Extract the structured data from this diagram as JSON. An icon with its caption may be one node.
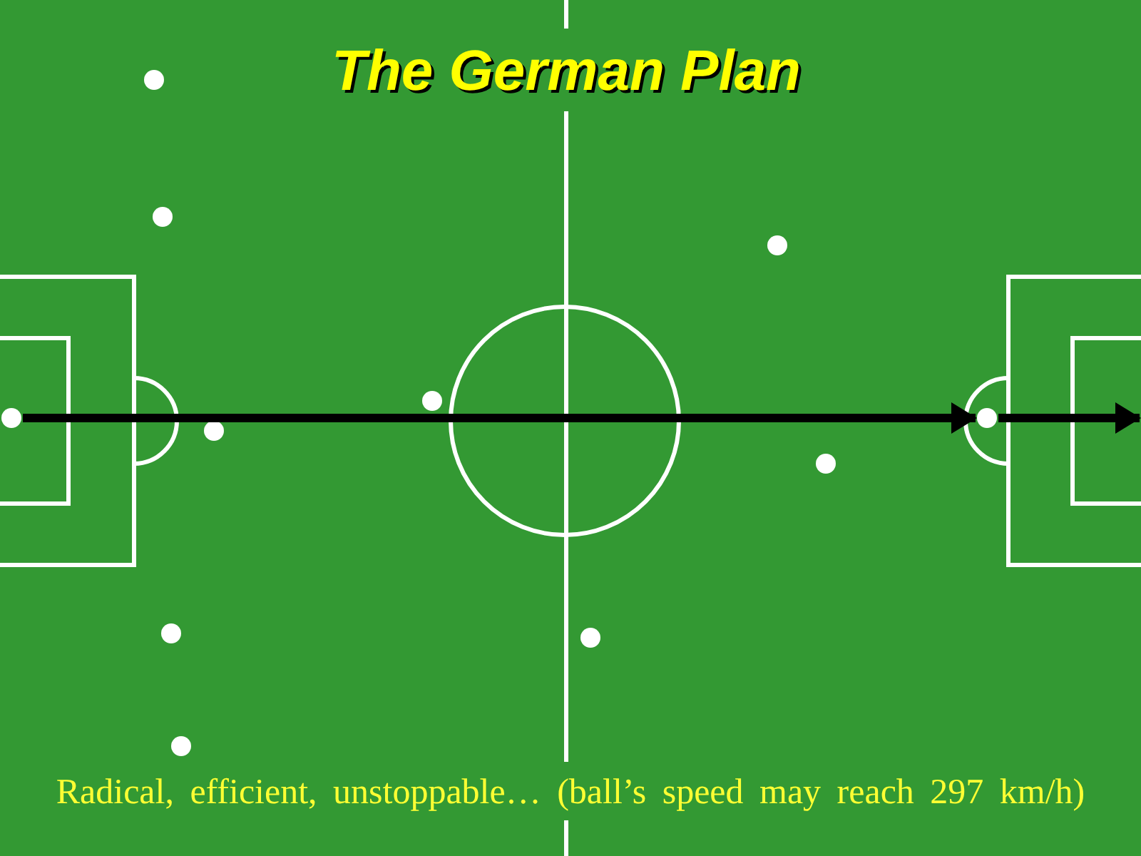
{
  "diagram": {
    "title": "The German Plan",
    "caption": "Radical, efficient, unstoppable… (ball’s speed may reach 297 km/h)",
    "nodes": [
      {
        "text": [],
        "shape": "circle"
      },
      {
        "text": [],
        "shape": "circle"
      },
      {
        "text": [],
        "shape": "circle"
      },
      {
        "text": [],
        "shape": "circle"
      },
      {
        "text": [],
        "shape": "circle"
      },
      {
        "text": [],
        "shape": "circle"
      },
      {
        "text": [],
        "shape": "circle"
      },
      {
        "text": [],
        "shape": "circle"
      },
      {
        "text": [],
        "shape": "circle"
      },
      {
        "text": [],
        "shape": "circle"
      },
      {
        "text": [],
        "shape": "circle"
      }
    ],
    "edges": [
      {
        "from": 2,
        "to": 9,
        "arrow": "to"
      },
      {
        "from": 9,
        "to": null,
        "arrow": "to"
      }
    ]
  }
}
